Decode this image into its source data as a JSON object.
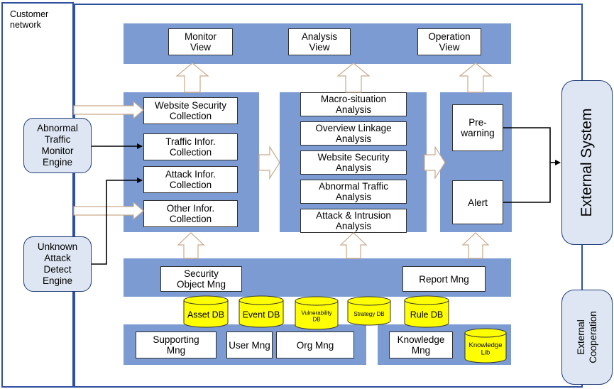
{
  "customer_network": {
    "label_line1": "Customer",
    "label_line2": "network"
  },
  "views": {
    "monitor": [
      "Monitor",
      "View"
    ],
    "analysis": [
      "Analysis",
      "View"
    ],
    "operation": [
      "Operation",
      "View"
    ]
  },
  "collection": [
    [
      "Website Security",
      "Collection"
    ],
    [
      "Traffic Infor.",
      "Collection"
    ],
    [
      "Attack Infor.",
      "Collection"
    ],
    [
      "Other Infor.",
      "Collection"
    ]
  ],
  "analysis_items": [
    [
      "Macro-situation",
      "Analysis"
    ],
    [
      "Overview Linkage",
      "Analysis"
    ],
    [
      "Website Security",
      "Analysis"
    ],
    [
      "Abnormal Traffic",
      "Analysis"
    ],
    [
      "Attack & Intrusion",
      "Analysis"
    ]
  ],
  "operation_items": {
    "prewarning": [
      "Pre-",
      "warning"
    ],
    "alert": "Alert"
  },
  "engines": {
    "abnormal": [
      "Abnormal",
      "Traffic",
      "Monitor",
      "Engine"
    ],
    "unknown": [
      "Unknown",
      "Attack",
      "Detect",
      "Engine"
    ]
  },
  "external": {
    "system": "External System",
    "cooperation": [
      "External",
      "Cooperation"
    ]
  },
  "management": {
    "security_object": [
      "Security",
      "Object Mng"
    ],
    "report": "Report Mng"
  },
  "databases": {
    "asset": "Asset DB",
    "event": "Event DB",
    "vulnerability": [
      "Vulnerability",
      "DB"
    ],
    "strategy": "Strategy DB",
    "rule": "Rule DB",
    "knowledge_lib": [
      "Knowledge",
      "Lib"
    ]
  },
  "support": {
    "supporting": [
      "Supporting",
      "Mng"
    ],
    "user": "User Mng",
    "org": "Org Mng",
    "knowledge": [
      "Knowledge",
      "Mng"
    ]
  },
  "colors": {
    "panel": "#7b9bd2",
    "frame": "#2f4f9f",
    "db_fill": "#ffff00",
    "pill_fill": "#dde6f2"
  }
}
